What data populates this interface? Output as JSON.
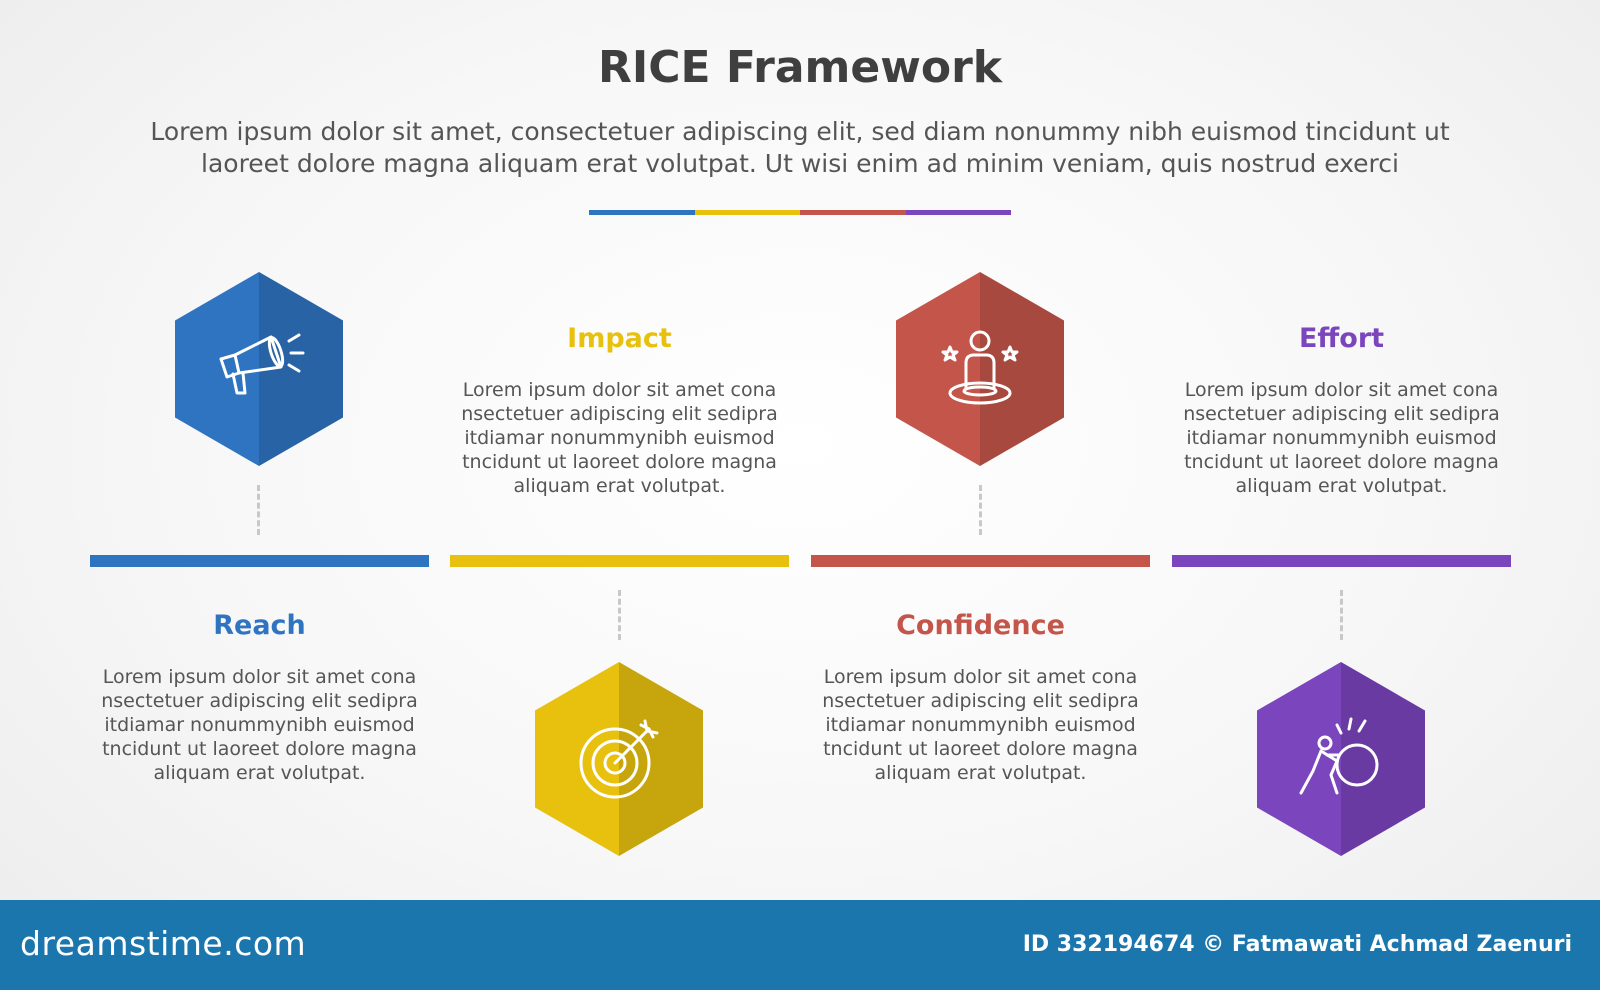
{
  "header": {
    "title": "RICE Framework",
    "subtitle_line1": "Lorem ipsum dolor sit amet, consectetuer adipiscing elit, sed diam nonummy nibh euismod tincidunt ut",
    "subtitle_line2": "laoreet dolore magna aliquam erat volutpat. Ut wisi enim ad minim veniam, quis nostrud exerci"
  },
  "colors": {
    "reach": "#2f74c0",
    "impact": "#e8c10f",
    "confidence": "#c4554a",
    "effort": "#7b45bd"
  },
  "steps": [
    {
      "heading": "Reach",
      "icon": "megaphone-icon",
      "text_lines": [
        "Lorem ipsum dolor sit amet cona",
        "nsectetuer adipiscing elit sedipra",
        "itdiamar nonummynibh euismod",
        "tncidunt ut laoreet dolore magna",
        "aliquam erat volutpat."
      ]
    },
    {
      "heading": "Impact",
      "icon": "target-icon",
      "text_lines": [
        "Lorem ipsum dolor sit amet cona",
        "nsectetuer adipiscing elit sedipra",
        "itdiamar nonummynibh euismod",
        "tncidunt ut laoreet dolore magna",
        "aliquam erat volutpat."
      ]
    },
    {
      "heading": "Confidence",
      "icon": "person-on-podium-icon",
      "text_lines": [
        "Lorem ipsum dolor sit amet cona",
        "nsectetuer adipiscing elit sedipra",
        "itdiamar nonummynibh euismod",
        "tncidunt ut laoreet dolore magna",
        "aliquam erat volutpat."
      ]
    },
    {
      "heading": "Effort",
      "icon": "pushing-boulder-icon",
      "text_lines": [
        "Lorem ipsum dolor sit amet cona",
        "nsectetuer adipiscing elit sedipra",
        "itdiamar nonummynibh euismod",
        "tncidunt ut laoreet dolore magna",
        "aliquam erat volutpat."
      ]
    }
  ],
  "footer": {
    "brand": "dreamstime.com",
    "credit": "ID 332194674 © Fatmawati  Achmad Zaenuri"
  }
}
